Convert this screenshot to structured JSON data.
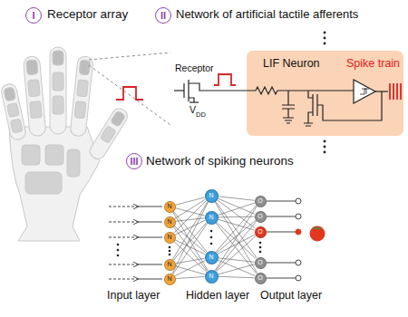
{
  "diagram": {
    "nodes": [
      {
        "text": [
          "I"
        ]
      },
      {
        "text": [
          "II"
        ]
      },
      {
        "text": [
          "LIF Neuron",
          "Spike train"
        ]
      },
      {
        "text": [
          "III"
        ]
      },
      {
        "text": [
          "N"
        ]
      },
      {
        "text": [
          "N"
        ]
      },
      {
        "text": [
          "N"
        ]
      },
      {
        "text": [
          "N"
        ]
      },
      {
        "text": [
          "N"
        ]
      },
      {
        "text": [
          "N"
        ]
      },
      {
        "text": [
          "N"
        ]
      },
      {
        "text": [
          "N"
        ]
      },
      {
        "text": [
          "N"
        ]
      },
      {
        "text": [
          "O"
        ]
      },
      {
        "text": [
          "O"
        ]
      },
      {
        "text": [
          "O"
        ]
      },
      {
        "text": [
          "O"
        ]
      },
      {
        "text": [
          "O"
        ]
      }
    ],
    "edges": [
      {
        "from": 4,
        "to": 9,
        "arrow": "none"
      },
      {
        "from": 4,
        "to": 10,
        "arrow": "none"
      },
      {
        "from": 4,
        "to": 11,
        "arrow": "none"
      },
      {
        "from": 4,
        "to": 12,
        "arrow": "none"
      },
      {
        "from": 5,
        "to": 9,
        "arrow": "none"
      },
      {
        "from": 5,
        "to": 10,
        "arrow": "none"
      },
      {
        "from": 5,
        "to": 11,
        "arrow": "none"
      },
      {
        "from": 5,
        "to": 12,
        "arrow": "none"
      },
      {
        "from": 6,
        "to": 9,
        "arrow": "none"
      },
      {
        "from": 6,
        "to": 10,
        "arrow": "none"
      },
      {
        "from": 6,
        "to": 11,
        "arrow": "none"
      },
      {
        "from": 6,
        "to": 12,
        "arrow": "none"
      },
      {
        "from": 7,
        "to": 9,
        "arrow": "none"
      },
      {
        "from": 7,
        "to": 10,
        "arrow": "none"
      },
      {
        "from": 7,
        "to": 11,
        "arrow": "none"
      },
      {
        "from": 7,
        "to": 12,
        "arrow": "none"
      },
      {
        "from": 8,
        "to": 9,
        "arrow": "none"
      },
      {
        "from": 8,
        "to": 10,
        "arrow": "none"
      },
      {
        "from": 8,
        "to": 11,
        "arrow": "none"
      },
      {
        "from": 8,
        "to": 12,
        "arrow": "none"
      },
      {
        "from": 9,
        "to": 13,
        "arrow": "none"
      },
      {
        "from": 9,
        "to": 14,
        "arrow": "none"
      },
      {
        "from": 9,
        "to": 15,
        "arrow": "none"
      },
      {
        "from": 9,
        "to": 16,
        "arrow": "none"
      },
      {
        "from": 9,
        "to": 17,
        "arrow": "none"
      },
      {
        "from": 10,
        "to": 13,
        "arrow": "none"
      },
      {
        "from": 10,
        "to": 14,
        "arrow": "none"
      },
      {
        "from": 10,
        "to": 15,
        "arrow": "none"
      },
      {
        "from": 10,
        "to": 16,
        "arrow": "none"
      },
      {
        "from": 10,
        "to": 17,
        "arrow": "none"
      },
      {
        "from": 11,
        "to": 13,
        "arrow": "none"
      },
      {
        "from": 11,
        "to": 14,
        "arrow": "none"
      },
      {
        "from": 11,
        "to": 15,
        "arrow": "none"
      },
      {
        "from": 11,
        "to": 16,
        "arrow": "none"
      },
      {
        "from": 11,
        "to": 17,
        "arrow": "none"
      },
      {
        "from": 12,
        "to": 13,
        "arrow": "none"
      },
      {
        "from": 12,
        "to": 14,
        "arrow": "none"
      },
      {
        "from": 12,
        "to": 15,
        "arrow": "none"
      },
      {
        "from": 12,
        "to": 16,
        "arrow": "none"
      },
      {
        "from": 12,
        "to": 17,
        "arrow": "none"
      }
    ],
    "labels": [
      "Receptor array",
      "Network of artificial tactile afferents",
      "Receptor",
      "V",
      "DD",
      "Network of spiking neurons",
      "Input layer",
      "Hidden layer",
      "Output layer"
    ]
  }
}
